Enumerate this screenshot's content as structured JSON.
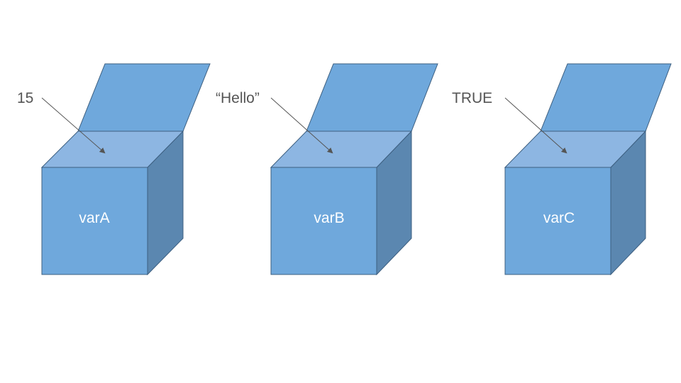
{
  "boxes": [
    {
      "name": "varA",
      "value": "15"
    },
    {
      "name": "varB",
      "value": "“Hello”"
    },
    {
      "name": "varC",
      "value": "TRUE"
    }
  ],
  "colors": {
    "box_front": "#6fa8dc",
    "box_side": "#5b87b0",
    "box_top": "#8db6e2",
    "lid": "#6fa8dc",
    "stroke": "#3d5f80",
    "arrow": "#555555",
    "label_text": "#ffffff",
    "value_text": "#555555"
  }
}
